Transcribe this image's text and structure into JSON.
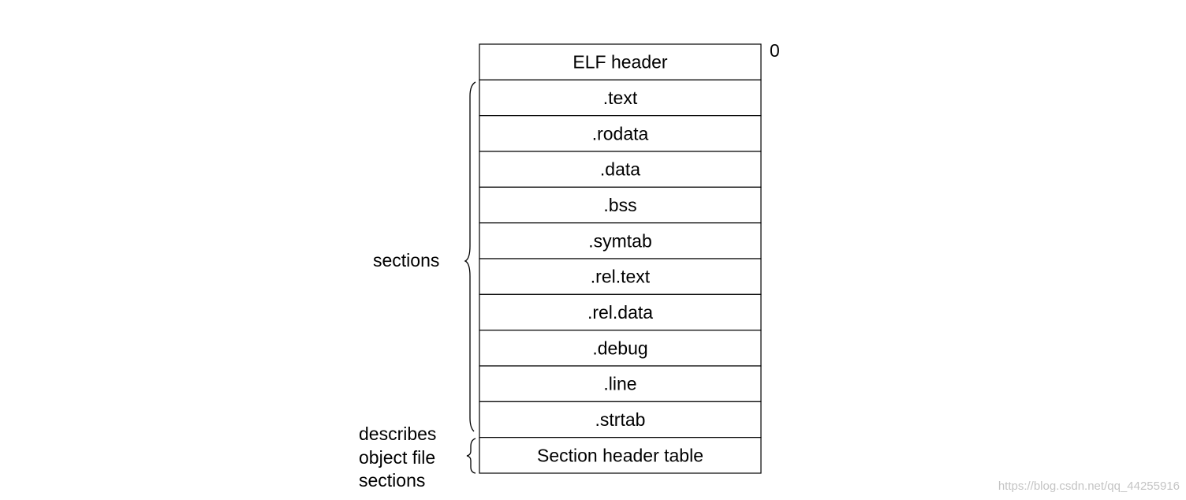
{
  "diagram": {
    "offset_label": "0",
    "header_row": "ELF header",
    "sections": [
      ".text",
      ".rodata",
      ".data",
      ".bss",
      ".symtab",
      ".rel.text",
      ".rel.data",
      ".debug",
      ".line",
      ".strtab"
    ],
    "footer_row": "Section header table",
    "sections_label": "sections",
    "table_label_lines": [
      "describes",
      "object file",
      "sections"
    ]
  },
  "watermark": "https://blog.csdn.net/qq_44255916"
}
